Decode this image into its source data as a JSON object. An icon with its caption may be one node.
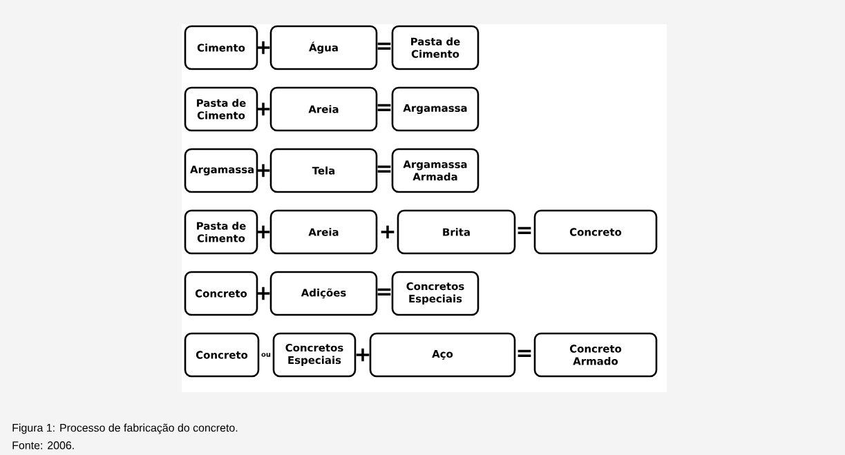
{
  "diagram": {
    "caption": "Figura 1: Processo de fabricação do concreto.",
    "nodes": [
      {
        "text": [
          "Cimento"
        ]
      },
      {
        "text": [
          "Água"
        ]
      },
      {
        "text": [
          "Pasta de Cimento"
        ]
      },
      {
        "text": [
          "Pasta de Cimento"
        ]
      },
      {
        "text": [
          "Areia"
        ]
      },
      {
        "text": [
          "Argamassa"
        ]
      },
      {
        "text": [
          "Argamassa"
        ]
      },
      {
        "text": [
          "Tela"
        ]
      },
      {
        "text": [
          "Argamassa Armada"
        ]
      },
      {
        "text": [
          "Pasta de Cimento"
        ]
      },
      {
        "text": [
          "Areia"
        ]
      },
      {
        "text": [
          "Brita"
        ]
      },
      {
        "text": [
          "Concreto"
        ]
      },
      {
        "text": [
          "Concreto"
        ]
      },
      {
        "text": [
          "Adições"
        ]
      },
      {
        "text": [
          "Concretos Especiais"
        ]
      },
      {
        "text": [
          "Concreto"
        ]
      },
      {
        "text": [
          "Concretos Especiais"
        ]
      },
      {
        "text": [
          "Aço"
        ]
      },
      {
        "text": [
          "Concreto Armado"
        ]
      }
    ],
    "labels": [
      "+",
      "=",
      "+",
      "=",
      "+",
      "=",
      "+",
      "+",
      "=",
      "+",
      "=",
      "ou",
      "+",
      "=",
      "Fonte: 2006."
    ]
  }
}
